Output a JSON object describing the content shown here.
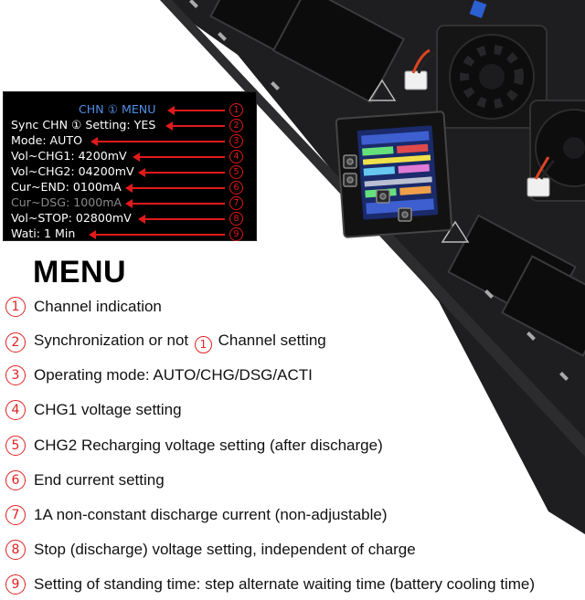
{
  "screen": {
    "title": "CHN ① MENU",
    "lines": [
      "Sync CHN ① Setting: YES",
      "Mode: AUTO",
      "Vol~CHG1: 4200mV",
      "Vol~CHG2: 04200mV",
      "Cur~END: 0100mA",
      "Cur~DSG: 1000mA",
      "Vol~STOP: 02800mV",
      "Wati: 1 Min"
    ],
    "markers": [
      "1",
      "2",
      "3",
      "4",
      "5",
      "6",
      "7",
      "8",
      "9"
    ]
  },
  "legend": {
    "title": "MENU",
    "items": [
      {
        "num": "1",
        "text": "Channel indication"
      },
      {
        "num": "2",
        "text_before": "Synchronization or not",
        "inline_num": "1",
        "text_after": "Channel setting"
      },
      {
        "num": "3",
        "text": "Operating mode: AUTO/CHG/DSG/ACTI"
      },
      {
        "num": "4",
        "text": "CHG1 voltage setting"
      },
      {
        "num": "5",
        "text": "CHG2 Recharging voltage setting (after discharge)"
      },
      {
        "num": "6",
        "text": "End current setting"
      },
      {
        "num": "7",
        "text": "1A non-constant discharge current (non-adjustable)"
      },
      {
        "num": "8",
        "text": "Stop (discharge) voltage setting, independent of charge"
      },
      {
        "num": "9",
        "text": "Setting of standing time: step alternate waiting time (battery cooling time)"
      }
    ]
  },
  "colors": {
    "accent_red": "#e02020",
    "screen_title_blue": "#4f8fe6",
    "board": "#1d1d1f"
  }
}
